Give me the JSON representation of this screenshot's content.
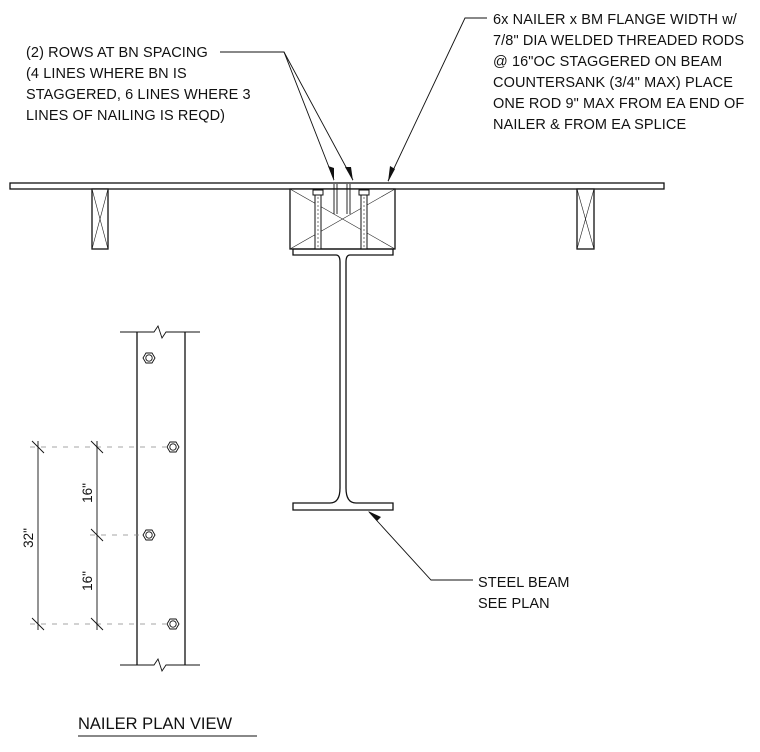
{
  "notes": {
    "rows_note": [
      "(2) ROWS AT BN SPACING",
      "(4 LINES WHERE BN IS",
      "STAGGERED, 6 LINES WHERE 3",
      "LINES OF NAILING IS REQD)"
    ],
    "nailer_note": [
      "6x NAILER x BM FLANGE WIDTH w/",
      "7/8\" DIA WELDED THREADED RODS",
      "@ 16\"OC STAGGERED ON BEAM",
      "COUNTERSANK (3/4\" MAX) PLACE",
      "ONE ROD 9\" MAX FROM EA END OF",
      "NAILER & FROM EA SPLICE"
    ],
    "beam_note": [
      "STEEL BEAM",
      "SEE PLAN"
    ]
  },
  "dimensions": {
    "overall": "32\"",
    "upper_spacing": "16\"",
    "lower_spacing": "16\""
  },
  "plan_title": "NAILER PLAN VIEW",
  "colors": {
    "line": "#111111",
    "background": "#ffffff"
  }
}
